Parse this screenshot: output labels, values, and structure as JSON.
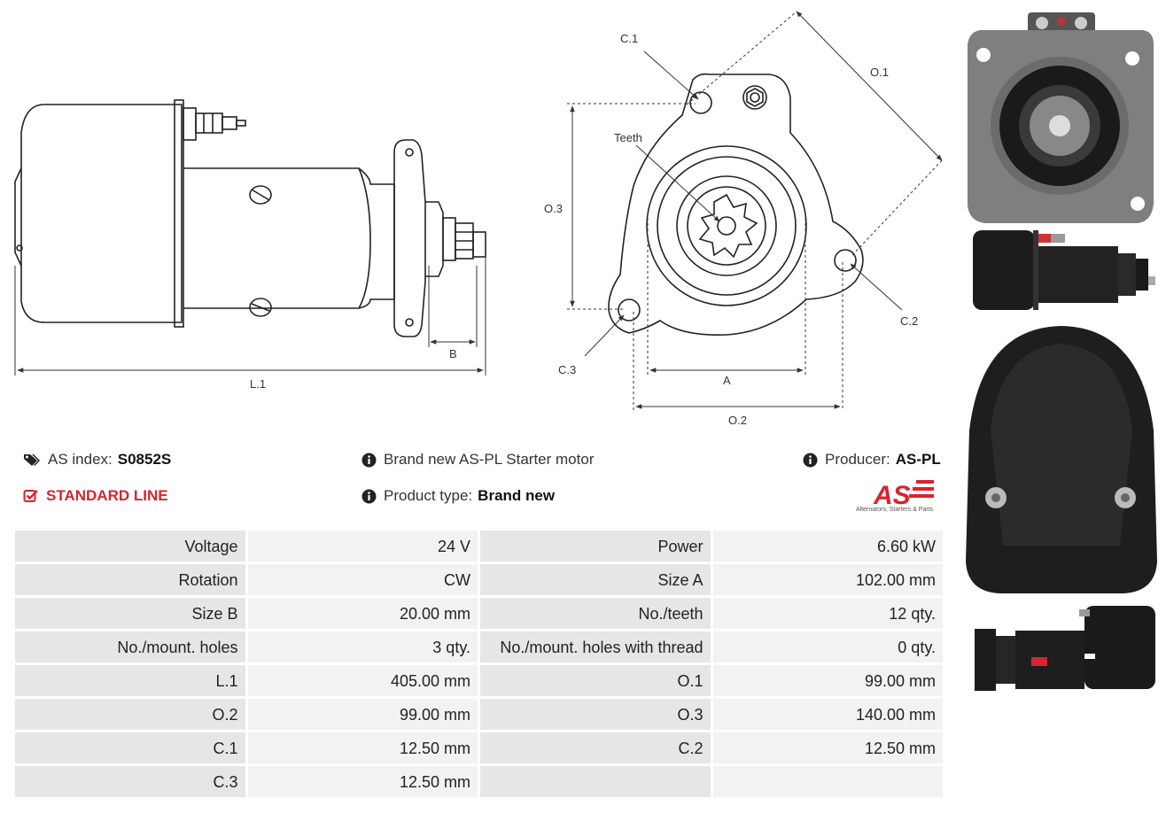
{
  "diagram": {
    "labels": {
      "l1": "L.1",
      "b": "B",
      "c1": "C.1",
      "o1": "O.1",
      "teeth": "Teeth",
      "o3": "O.3",
      "c2": "C.2",
      "c3": "C.3",
      "a": "A",
      "o2": "O.2"
    }
  },
  "info": {
    "as_index_label": "AS index:",
    "as_index_value": "S0852S",
    "standard_line": "STANDARD LINE",
    "description": "Brand new AS-PL Starter motor",
    "product_type_label": "Product type:",
    "product_type_value": "Brand new",
    "producer_label": "Producer:",
    "producer_value": "AS-PL"
  },
  "logo": {
    "text": "AS",
    "tagline": "Alternators, Starters & Parts"
  },
  "specs": {
    "rows": [
      [
        "Voltage",
        "24 V",
        "Power",
        "6.60 kW"
      ],
      [
        "Rotation",
        "CW",
        "Size A",
        "102.00 mm"
      ],
      [
        "Size B",
        "20.00 mm",
        "No./teeth",
        "12 qty."
      ],
      [
        "No./mount. holes",
        "3 qty.",
        "No./mount. holes with thread",
        "0 qty."
      ],
      [
        "L.1",
        "405.00 mm",
        "O.1",
        "99.00 mm"
      ],
      [
        "O.2",
        "99.00 mm",
        "O.3",
        "140.00 mm"
      ],
      [
        "C.1",
        "12.50 mm",
        "C.2",
        "12.50 mm"
      ],
      [
        "C.3",
        "12.50 mm",
        "",
        ""
      ]
    ]
  },
  "colors": {
    "accent_red": "#d9232e",
    "key_bg": "#e6e6e6",
    "value_bg": "#f2f2f2"
  },
  "icons": {
    "as_index": "tags-icon",
    "standard": "checkbox-icon",
    "info": "info-circle-icon"
  }
}
